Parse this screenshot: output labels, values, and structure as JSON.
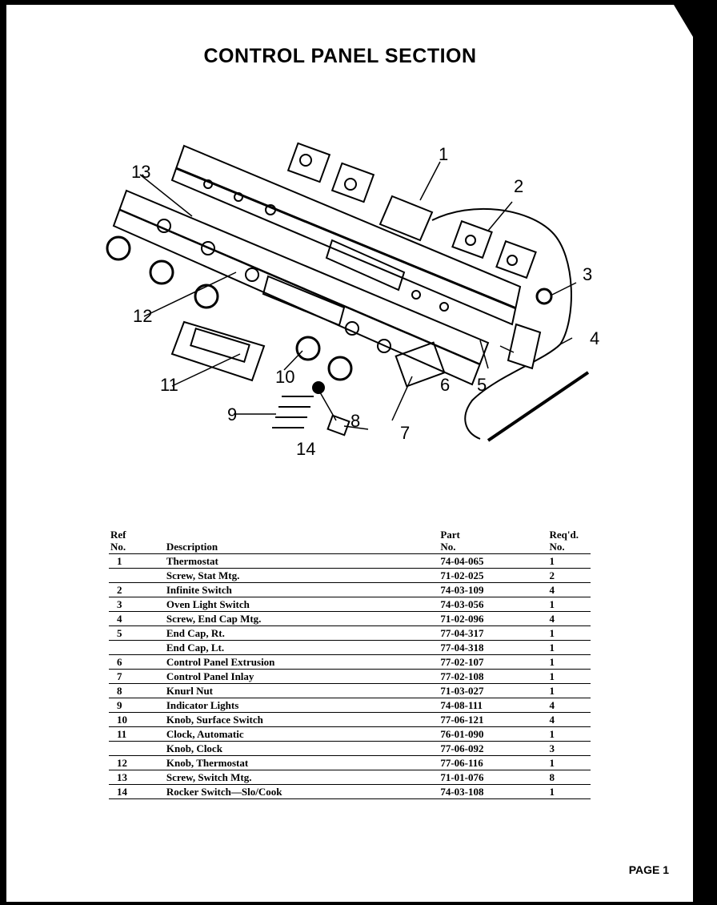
{
  "title": "CONTROL PANEL SECTION",
  "callouts": [
    "1",
    "2",
    "3",
    "4",
    "5",
    "6",
    "7",
    "8",
    "9",
    "10",
    "11",
    "12",
    "13",
    "14"
  ],
  "table": {
    "headers": {
      "ref": [
        "Ref",
        "No."
      ],
      "desc": "Description",
      "part": [
        "Part",
        "No."
      ],
      "req": [
        "Req'd.",
        "No."
      ]
    },
    "rows": [
      {
        "ref": "1",
        "desc": "Thermostat",
        "part": "74-04-065",
        "req": "1"
      },
      {
        "ref": "",
        "desc": "Screw, Stat Mtg.",
        "part": "71-02-025",
        "req": "2"
      },
      {
        "ref": "2",
        "desc": "Infinite Switch",
        "part": "74-03-109",
        "req": "4"
      },
      {
        "ref": "3",
        "desc": "Oven Light Switch",
        "part": "74-03-056",
        "req": "1"
      },
      {
        "ref": "4",
        "desc": "Screw, End Cap Mtg.",
        "part": "71-02-096",
        "req": "4"
      },
      {
        "ref": "5",
        "desc": "End Cap, Rt.",
        "part": "77-04-317",
        "req": "1"
      },
      {
        "ref": "",
        "desc": "End Cap, Lt.",
        "part": "77-04-318",
        "req": "1"
      },
      {
        "ref": "6",
        "desc": "Control Panel Extrusion",
        "part": "77-02-107",
        "req": "1"
      },
      {
        "ref": "7",
        "desc": "Control Panel Inlay",
        "part": "77-02-108",
        "req": "1"
      },
      {
        "ref": "8",
        "desc": "Knurl Nut",
        "part": "71-03-027",
        "req": "1"
      },
      {
        "ref": "9",
        "desc": "Indicator Lights",
        "part": "74-08-111",
        "req": "4"
      },
      {
        "ref": "10",
        "desc": "Knob, Surface Switch",
        "part": "77-06-121",
        "req": "4"
      },
      {
        "ref": "11",
        "desc": "Clock, Automatic",
        "part": "76-01-090",
        "req": "1"
      },
      {
        "ref": "",
        "desc": "Knob, Clock",
        "part": "77-06-092",
        "req": "3"
      },
      {
        "ref": "12",
        "desc": "Knob, Thermostat",
        "part": "77-06-116",
        "req": "1"
      },
      {
        "ref": "13",
        "desc": "Screw, Switch Mtg.",
        "part": "71-01-076",
        "req": "8"
      },
      {
        "ref": "14",
        "desc": "Rocker Switch—Slo/Cook",
        "part": "74-03-108",
        "req": "1"
      }
    ]
  },
  "page_label": "PAGE 1"
}
